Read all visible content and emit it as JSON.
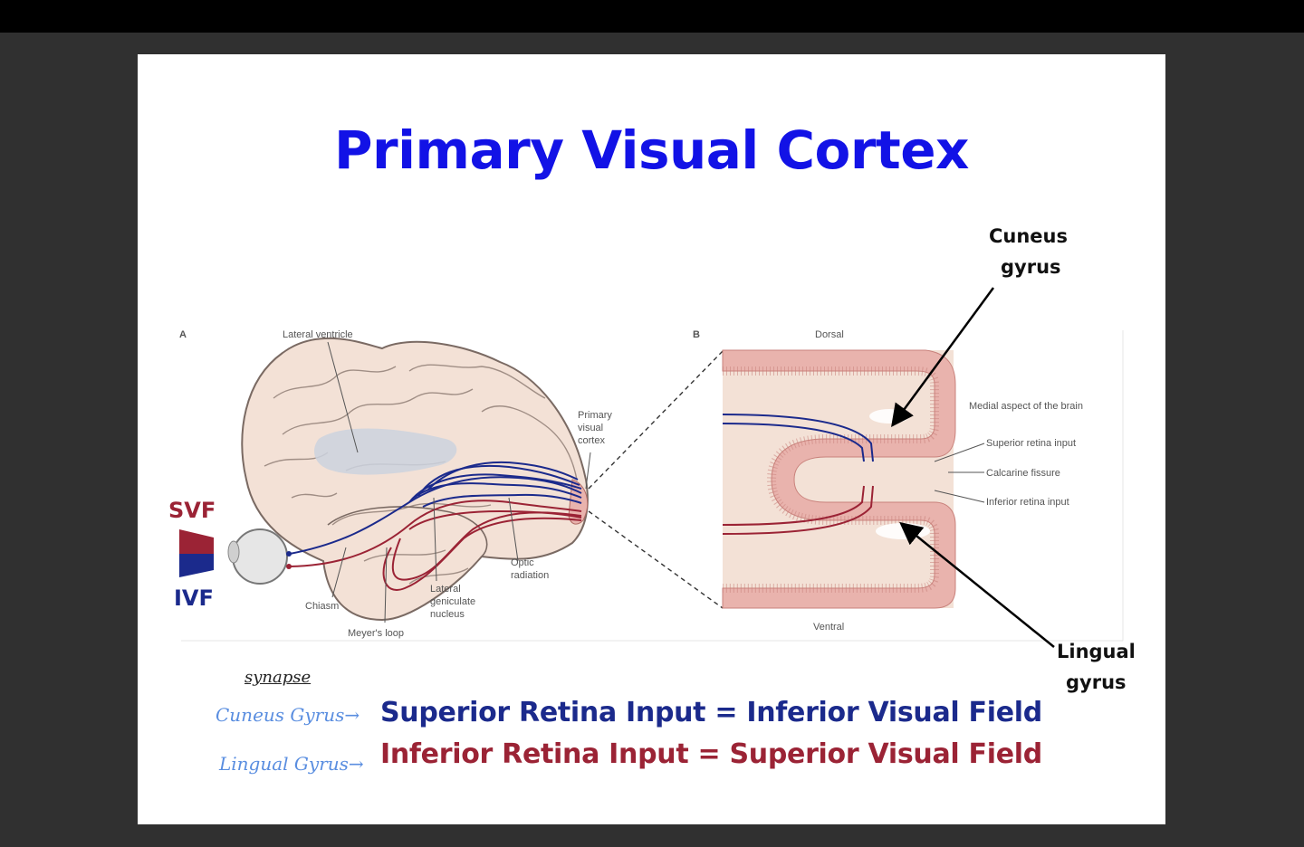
{
  "slide": {
    "title": "Primary Visual Cortex"
  },
  "panel_a": {
    "letter": "A",
    "labels": {
      "lateral_ventricle": "Lateral ventricle",
      "primary_visual_cortex": [
        "Primary",
        "visual",
        "cortex"
      ],
      "optic_radiation": [
        "Optic",
        "radiation"
      ],
      "lateral_geniculate_nucleus": [
        "Lateral",
        "geniculate",
        "nucleus"
      ],
      "chiasm": "Chiasm",
      "meyers_loop": "Meyer's loop"
    },
    "svf": "SVF",
    "ivf": "IVF"
  },
  "panel_b": {
    "letter": "B",
    "labels": {
      "dorsal": "Dorsal",
      "ventral": "Ventral",
      "medial_aspect": "Medial aspect of the brain",
      "superior_retina_input": "Superior retina input",
      "calcarine_fissure": "Calcarine fissure",
      "inferior_retina_input": "Inferior retina input"
    }
  },
  "callouts": {
    "cuneus": [
      "Cuneus",
      "gyrus"
    ],
    "lingual": [
      "Lingual",
      "gyrus"
    ]
  },
  "handwriting": {
    "synapse": "synapse",
    "cuneus": "Cuneus Gyrus→",
    "lingual": "Lingual Gyrus→"
  },
  "statements": {
    "superior": "Superior Retina Input = Inferior Visual Field",
    "inferior": "Inferior Retina Input = Superior Visual Field"
  },
  "colors": {
    "title": "#1212e6",
    "superior_blue": "#1b2a8c",
    "inferior_red": "#9b2335",
    "brain": "#f3e1d6",
    "cortex_pink": "#e9b3ad",
    "background": "#303030"
  }
}
